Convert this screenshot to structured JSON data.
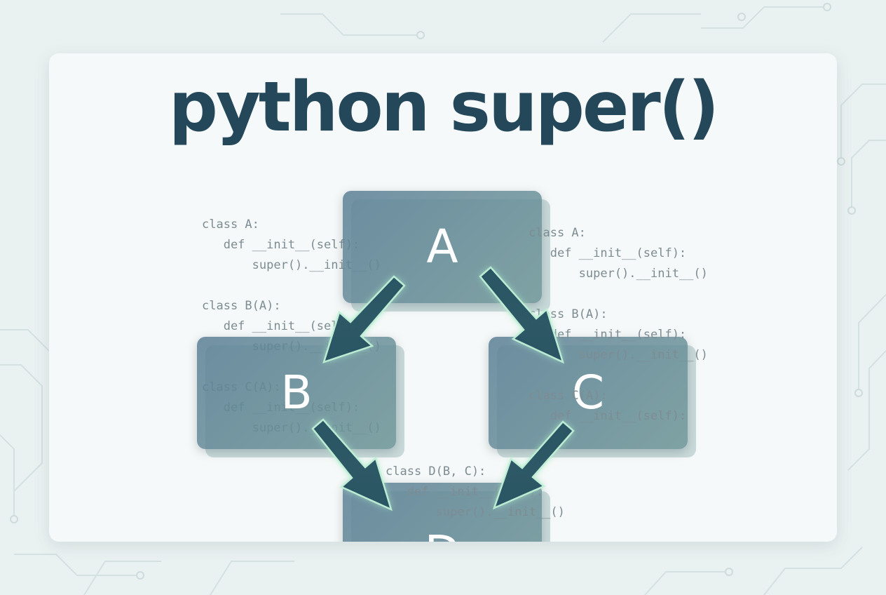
{
  "title": "python super()",
  "colors": {
    "title": "#24485a",
    "node": "#5f8196",
    "arrow_fill": "#234d5e",
    "arrow_glow": "#a8e6c6",
    "code": "#7d8c92"
  },
  "nodes": [
    {
      "id": "A",
      "label": "A"
    },
    {
      "id": "B",
      "label": "B"
    },
    {
      "id": "C",
      "label": "C"
    },
    {
      "id": "D",
      "label": "D"
    }
  ],
  "edges": [
    {
      "from": "A",
      "to": "B"
    },
    {
      "from": "A",
      "to": "C"
    },
    {
      "from": "B",
      "to": "D"
    },
    {
      "from": "C",
      "to": "D"
    }
  ],
  "code": {
    "left": "class A:\n   def __init__(self):\n       super().__init__()\n\nclass B(A):\n   def __init__(self):\n       super().__init__()\n\nclass C(A):\n   def __init__(self):\n       super().__init__()",
    "right": "class A:\n   def __init__(self):\n       super().__init__()\n\nclass B(A):\n   def __init__(self):\n       super().__init__()\n\nclass C(A):\n   def __init__(self):",
    "bottom": "class D(B, C):\n   def __init__(self):\n       super().__init__()"
  }
}
